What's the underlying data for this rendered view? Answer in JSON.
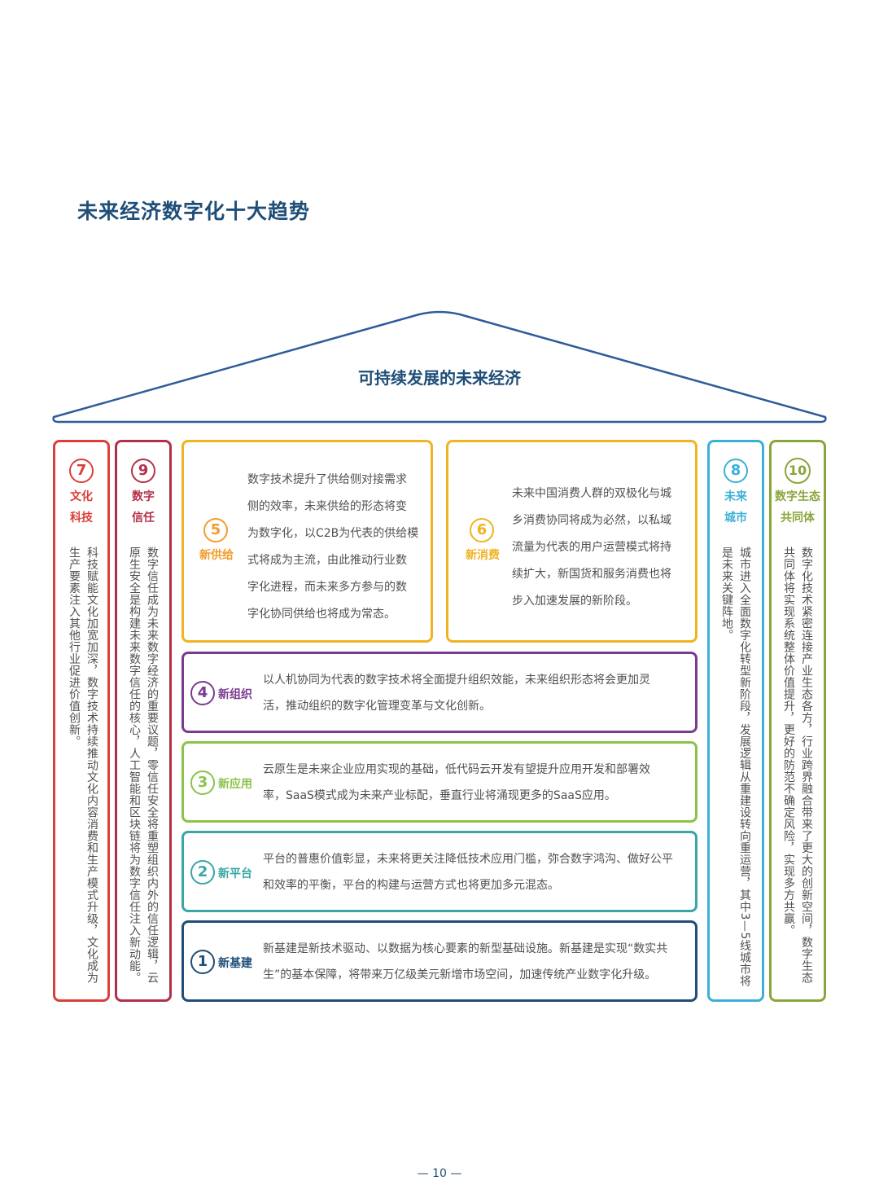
{
  "page_title": "未来经济数字化十大趋势",
  "roof_title": "可持续发展的未来经济",
  "page_number": "— 10 —",
  "colors": {
    "navy": "#1f4e78",
    "blue": "#2e5b9a",
    "teal": "#3aa6a6",
    "green": "#8bc34a",
    "yellow": "#f0b323",
    "orange": "#f39c2b",
    "purple": "#7a3b8f",
    "crimson": "#b3304a",
    "red": "#d9403a",
    "cyan": "#3bb0d6",
    "olive": "#8aa63a"
  },
  "pillars": {
    "p7": {
      "num": "7",
      "tag1": "文化",
      "tag2": "科技",
      "text": "科技赋能文化加宽加深，数字技术持续推动文化内容消费和生产模式升级，文化成为生产要素注入其他行业促进价值创新。"
    },
    "p9": {
      "num": "9",
      "tag1": "数字",
      "tag2": "信任",
      "text": "数字信任成为未来数字经济的重要议题，零信任安全将重塑组织内外的信任逻辑，云原生安全是构建未来数字信任的核心，人工智能和区块链将为数字信任注入新动能。"
    },
    "p8": {
      "num": "8",
      "tag1": "未来",
      "tag2": "城市",
      "text": "城市进入全面数字化转型新阶段，发展逻辑从重建设转向重运营，其中3—5线城市将是未来关键阵地。"
    },
    "p10": {
      "num": "10",
      "tag1": "数字生态",
      "tag2": "共同体",
      "text": "数字化技术紧密连接产业生态各方，行业跨界融合带来了更大的创新空间，数字生态共同体将实现系统整体价值提升，更好的防范不确定风险，实现多方共赢。"
    }
  },
  "upper": {
    "b5": {
      "num": "5",
      "tag": "新供给",
      "lines": [
        "数字技术提升了供给侧对接需求",
        "侧的效率，未来供给的形态将变",
        "为数字化，以C2B为代表的供给模",
        "式将成为主流，由此推动行业数",
        "字化进程，而未来多方参与的数",
        "字化协同供给也将成为常态。"
      ]
    },
    "b6": {
      "num": "6",
      "tag": "新消费",
      "lines": [
        "未来中国消费人群的双极化与城",
        "乡消费协同将成为必然，以私域",
        "流量为代表的用户运营模式将持",
        "续扩大，新国货和服务消费也将",
        "步入加速发展的新阶段。"
      ]
    }
  },
  "bands": {
    "b4": {
      "num": "4",
      "tag": "新组织",
      "lines": [
        "以人机协同为代表的数字技术将全面提升组织效能，未来组织形态将会更加灵",
        "活，推动组织的数字化管理变革与文化创新。"
      ]
    },
    "b3": {
      "num": "3",
      "tag": "新应用",
      "lines": [
        "云原生是未来企业应用实现的基础，低代码云开发有望提升应用开发和部署效",
        "率，SaaS模式成为未来产业标配，垂直行业将涌现更多的SaaS应用。"
      ]
    },
    "b2": {
      "num": "2",
      "tag": "新平台",
      "lines": [
        "平台的普惠价值彰显，未来将更关注降低技术应用门槛，弥合数字鸿沟、做好公平",
        "和效率的平衡，平台的构建与运营方式也将更加多元混态。"
      ]
    },
    "b1": {
      "num": "1",
      "tag": "新基建",
      "lines": [
        "新基建是新技术驱动、以数据为核心要素的新型基础设施。新基建是实现“数实共",
        "生”的基本保障，将带来万亿级美元新增市场空间，加速传统产业数字化升级。"
      ]
    }
  }
}
